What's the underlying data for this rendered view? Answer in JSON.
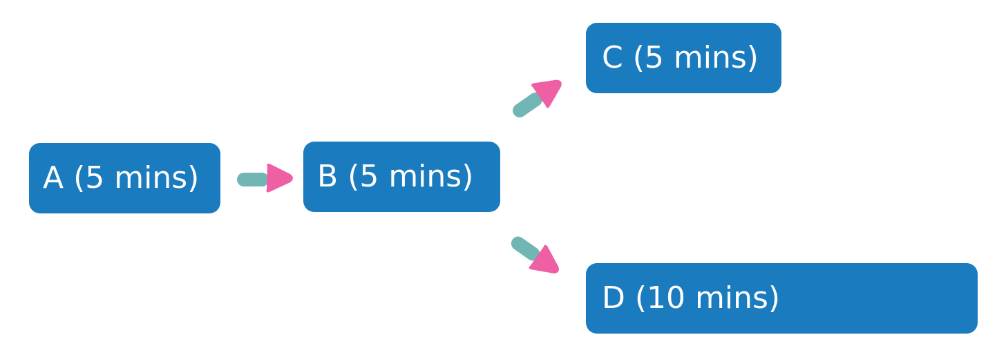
{
  "colors": {
    "node_fill": "#1a7bbf",
    "node_text": "#ffffff",
    "arrow_tail": "#72b5b5",
    "arrow_head": "#ee5fa3"
  },
  "nodes": [
    {
      "id": "A",
      "label": "A (5 mins)"
    },
    {
      "id": "B",
      "label": "B (5 mins)"
    },
    {
      "id": "C",
      "label": "C (5 mins)"
    },
    {
      "id": "D",
      "label": "D (10 mins)"
    }
  ],
  "edges": [
    {
      "from": "A",
      "to": "B"
    },
    {
      "from": "B",
      "to": "C"
    },
    {
      "from": "B",
      "to": "D"
    }
  ]
}
